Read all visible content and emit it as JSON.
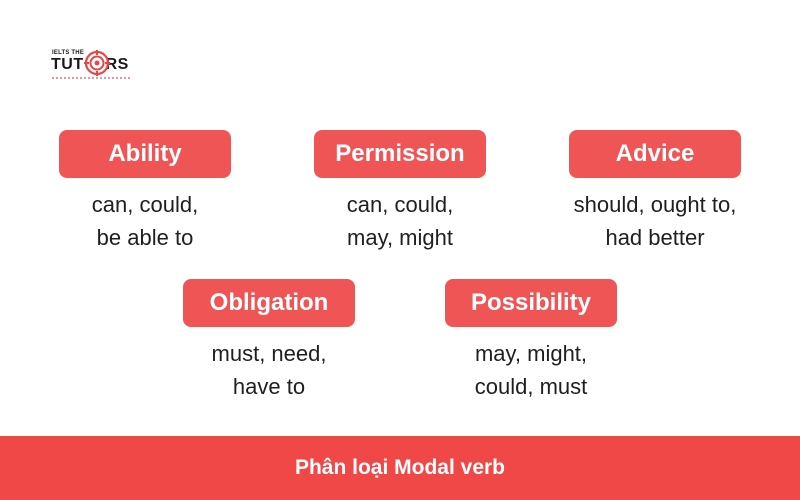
{
  "logo": {
    "top_text": "IELTS THE",
    "main_text_left": "TUT",
    "main_text_right": "RS",
    "icon": "target-icon"
  },
  "colors": {
    "accent": "#f05555",
    "footer": "#f04747",
    "text": "#1f1f1f"
  },
  "cards": [
    {
      "label": "Ability",
      "lines": [
        "can, could,",
        "be able to"
      ]
    },
    {
      "label": "Permission",
      "lines": [
        "can, could,",
        "may, might"
      ]
    },
    {
      "label": "Advice",
      "lines": [
        "should, ought to,",
        "had better"
      ]
    },
    {
      "label": "Obligation",
      "lines": [
        "must, need,",
        "have to"
      ]
    },
    {
      "label": "Possibility",
      "lines": [
        "may, might,",
        "could, must"
      ]
    }
  ],
  "footer": {
    "title": "Phân loại Modal verb"
  }
}
